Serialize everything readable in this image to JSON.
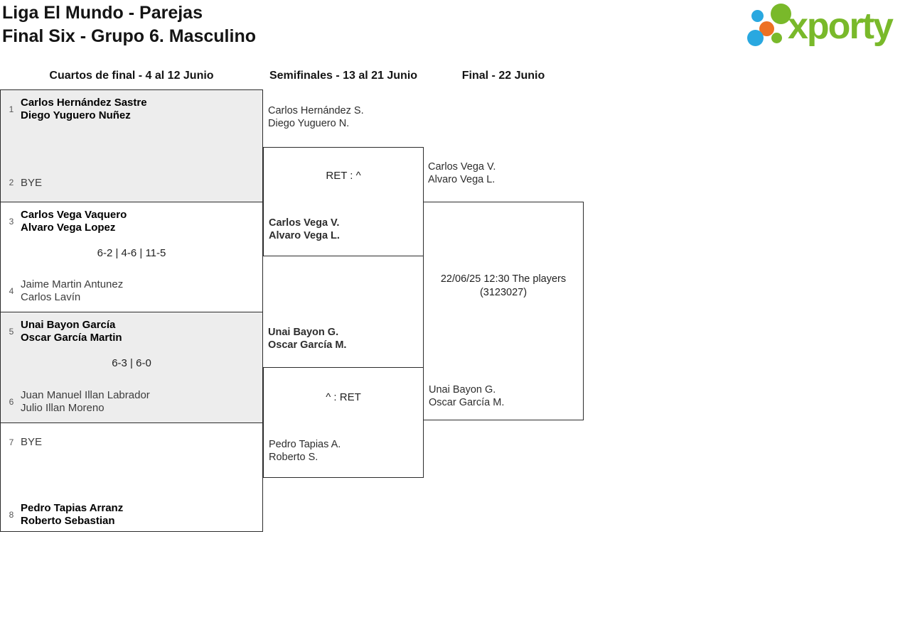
{
  "header": {
    "title_line1": "Liga El Mundo - Parejas",
    "title_line2": "Final Six - Grupo 6. Masculino"
  },
  "logo": {
    "wordmark": "xporty",
    "colors": {
      "green": "#79b92a",
      "blue": "#29a8e0",
      "orange": "#ed7123"
    }
  },
  "rounds": [
    {
      "label": "Cuartos de final - 4 al 12 Junio"
    },
    {
      "label": "Semifinales - 13 al 21 Junio"
    },
    {
      "label": "Final - 22 Junio"
    }
  ],
  "qf": [
    {
      "seed1": "1",
      "t1a": "Carlos Hernández Sastre",
      "t1b": "Diego Yuguero Nuñez",
      "score": "",
      "seed2": "2",
      "t2a": "BYE",
      "t2b": ""
    },
    {
      "seed1": "3",
      "t1a": "Carlos Vega Vaquero",
      "t1b": "Alvaro Vega Lopez",
      "score": "6-2 | 4-6 | 11-5",
      "seed2": "4",
      "t2a": "Jaime Martin Antunez",
      "t2b": "Carlos Lavín"
    },
    {
      "seed1": "5",
      "t1a": "Unai Bayon García",
      "t1b": "Oscar García Martin",
      "score": "6-3 | 6-0",
      "seed2": "6",
      "t2a": "Juan Manuel Illan Labrador",
      "t2b": "Julio Illan Moreno"
    },
    {
      "seed1": "7",
      "t1a": "BYE",
      "t1b": "",
      "score": "",
      "seed2": "8",
      "t2a": "Pedro Tapias Arranz",
      "t2b": "Roberto Sebastian"
    }
  ],
  "sf": [
    {
      "t1a": "Carlos Hernández S.",
      "t1b": "Diego Yuguero N.",
      "score": "RET : ^",
      "t2a": "Carlos Vega V.",
      "t2b": "Alvaro Vega L."
    },
    {
      "t1a": "Unai Bayon G.",
      "t1b": "Oscar García M.",
      "score": "^ : RET",
      "t2a": "Pedro Tapias A.",
      "t2b": "Roberto S."
    }
  ],
  "final": {
    "t1a": "Carlos Vega V.",
    "t1b": "Alvaro Vega L.",
    "info_line1": "22/06/25 12:30 The players",
    "info_line2": "(3123027)",
    "t2a": "Unai Bayon G.",
    "t2b": "Oscar García M."
  },
  "colors": {
    "block_alt_bg": "#ededed",
    "border": "#2b2b2b"
  }
}
